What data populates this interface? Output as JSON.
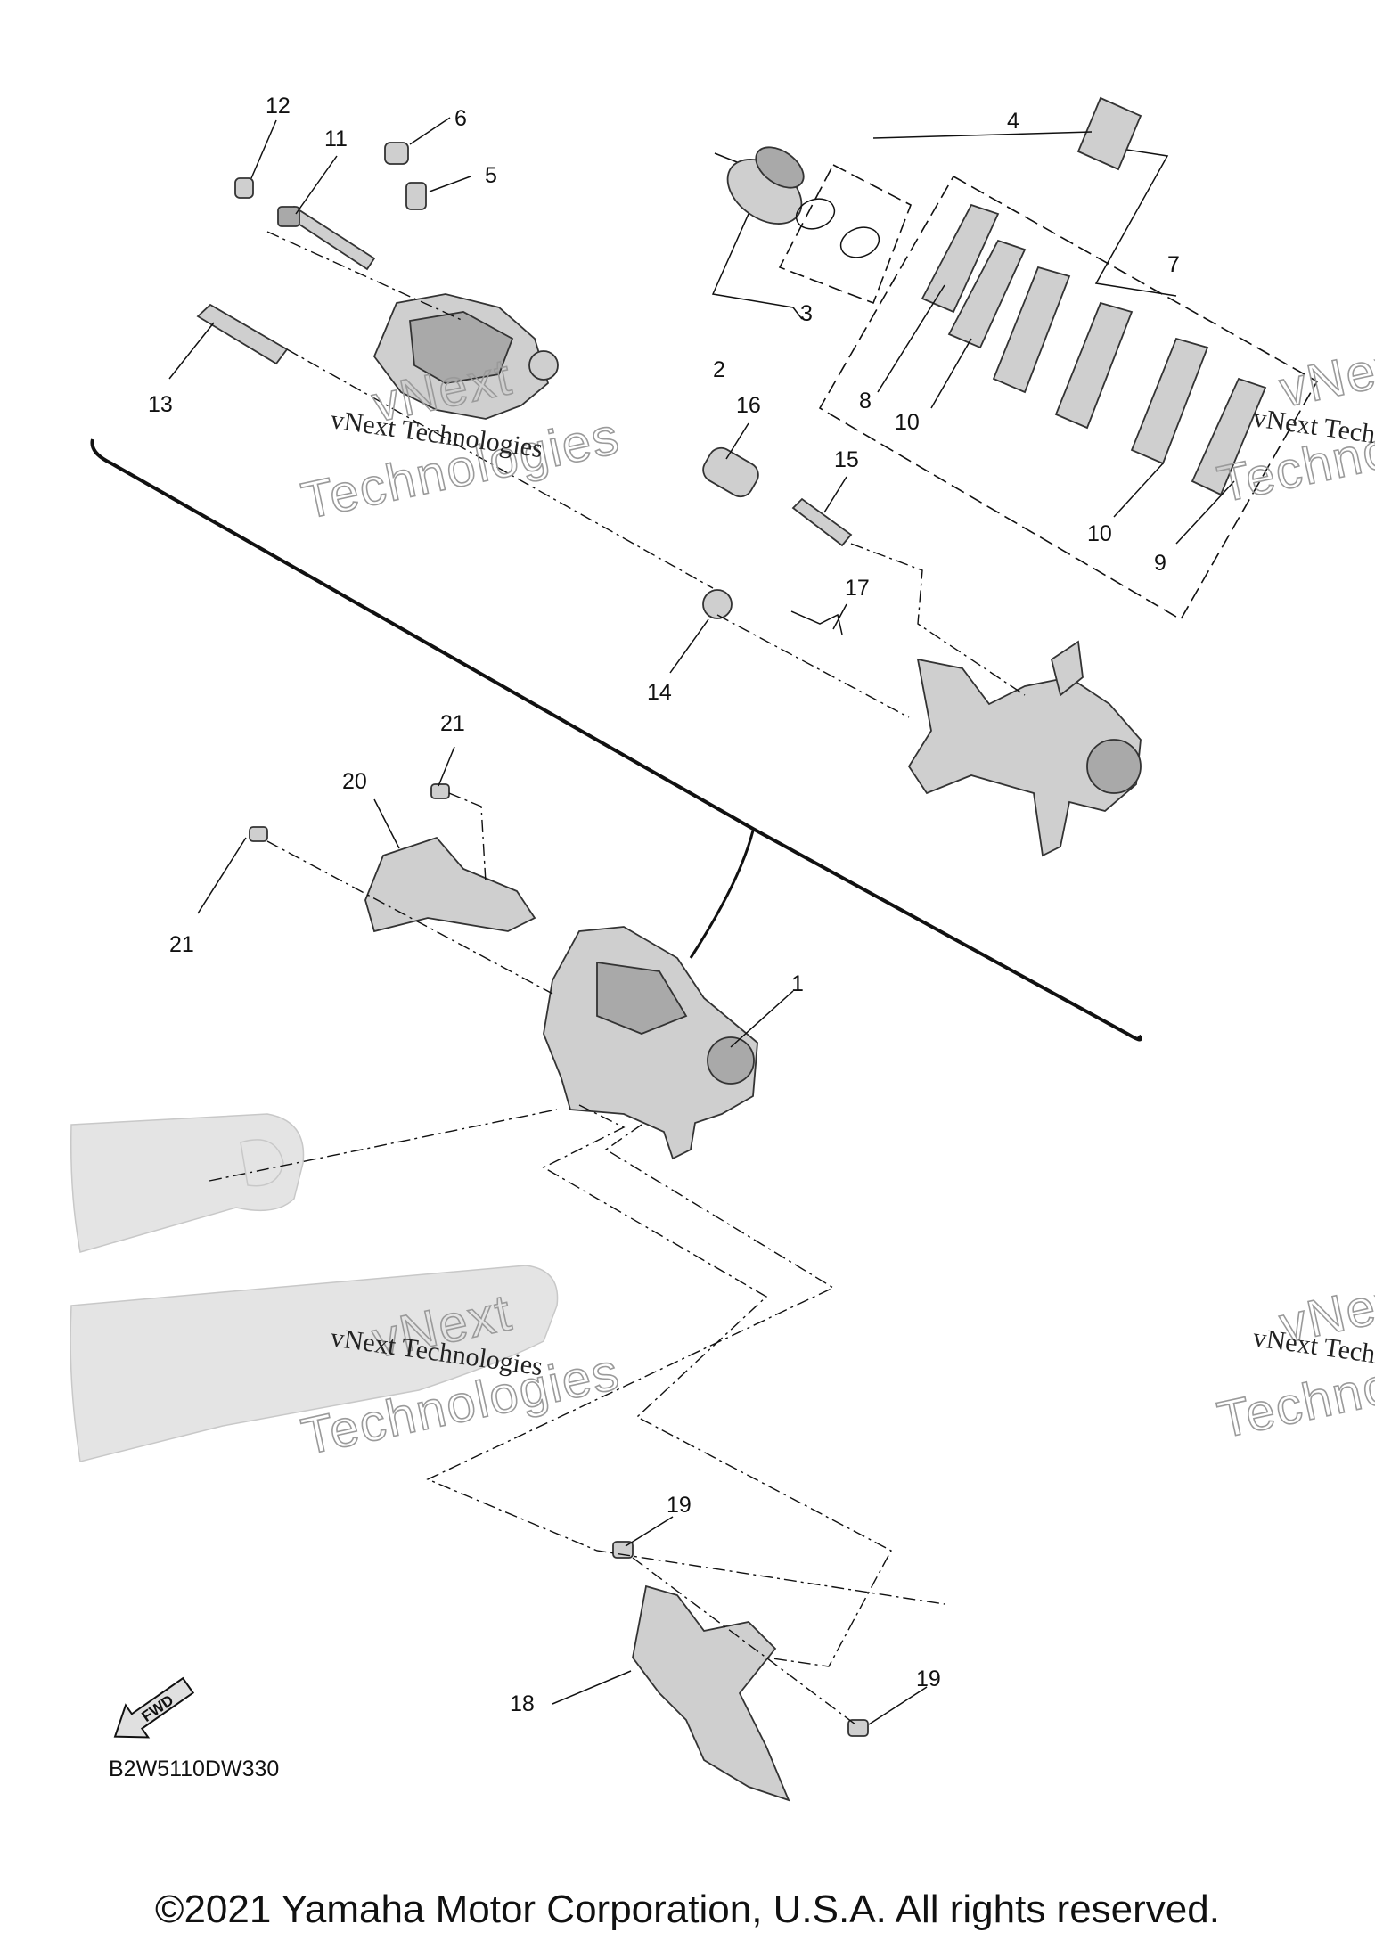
{
  "callouts": [
    {
      "id": "c12",
      "text": "12"
    },
    {
      "id": "c11",
      "text": "11"
    },
    {
      "id": "c6",
      "text": "6"
    },
    {
      "id": "c5",
      "text": "5"
    },
    {
      "id": "c13",
      "text": "13"
    },
    {
      "id": "c2",
      "text": "2"
    },
    {
      "id": "c3",
      "text": "3"
    },
    {
      "id": "c4",
      "text": "4"
    },
    {
      "id": "c7",
      "text": "7"
    },
    {
      "id": "c8",
      "text": "8"
    },
    {
      "id": "c10a",
      "text": "10"
    },
    {
      "id": "c10b",
      "text": "10"
    },
    {
      "id": "c9",
      "text": "9"
    },
    {
      "id": "c16",
      "text": "16"
    },
    {
      "id": "c15",
      "text": "15"
    },
    {
      "id": "c17",
      "text": "17"
    },
    {
      "id": "c14",
      "text": "14"
    },
    {
      "id": "c21a",
      "text": "21"
    },
    {
      "id": "c20",
      "text": "20"
    },
    {
      "id": "c21b",
      "text": "21"
    },
    {
      "id": "c1",
      "text": "1"
    },
    {
      "id": "c19a",
      "text": "19"
    },
    {
      "id": "c19b",
      "text": "19"
    },
    {
      "id": "c18",
      "text": "18"
    }
  ],
  "watermark": {
    "line1": "vNext Technologies",
    "line2": "vNext",
    "line3": "Technologies"
  },
  "fwd_label": "FWD",
  "diagram_code": "B2W5110DW330",
  "copyright": "©2021 Yamaha Motor Corporation, U.S.A. All rights reserved."
}
